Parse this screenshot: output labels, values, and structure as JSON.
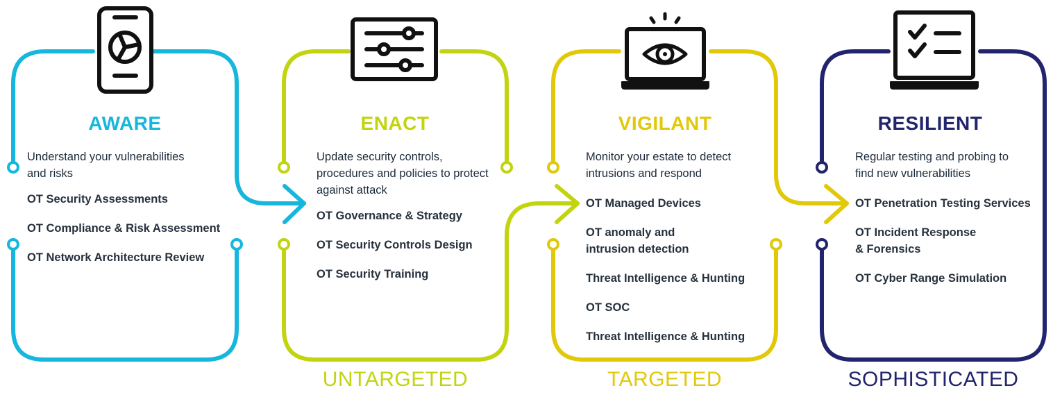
{
  "colors": {
    "aware": "#16b6dd",
    "enact": "#c2d40f",
    "vigilant": "#e1c90a",
    "resilient": "#22246d",
    "icon": "#111111",
    "text": "#1b2a3a"
  },
  "stages": [
    {
      "title": "AWARE",
      "icon": "smartphone-icon",
      "description": [
        "Understand your vulnerabilities",
        "and risks"
      ],
      "services": [
        "OT Security Assessments",
        "OT Compliance & Risk Assessment",
        "OT Network Architecture Review"
      ]
    },
    {
      "title": "ENACT",
      "icon": "sliders-icon",
      "description": [
        "Update security controls,",
        "procedures and policies to protect",
        "against attack"
      ],
      "services": [
        "OT Governance & Strategy",
        "OT Security Controls Design",
        "OT Security Training"
      ]
    },
    {
      "title": "VIGILANT",
      "icon": "laptop-eye-icon",
      "description": [
        "Monitor your estate to detect",
        "intrusions and respond"
      ],
      "services": [
        "OT Managed Devices",
        "OT anomaly and\nintrusion detection",
        "Threat Intelligence & Hunting",
        "OT SOC",
        "Threat Intelligence & Hunting"
      ]
    },
    {
      "title": "RESILIENT",
      "icon": "laptop-checklist-icon",
      "description": [
        "Regular testing and probing to",
        "find new vulnerabilities"
      ],
      "services": [
        "OT Penetration Testing Services",
        "OT Incident Response\n& Forensics",
        "OT Cyber Range Simulation"
      ]
    }
  ],
  "threat_levels": [
    "UNTARGETED",
    "TARGETED",
    "SOPHISTICATED"
  ]
}
